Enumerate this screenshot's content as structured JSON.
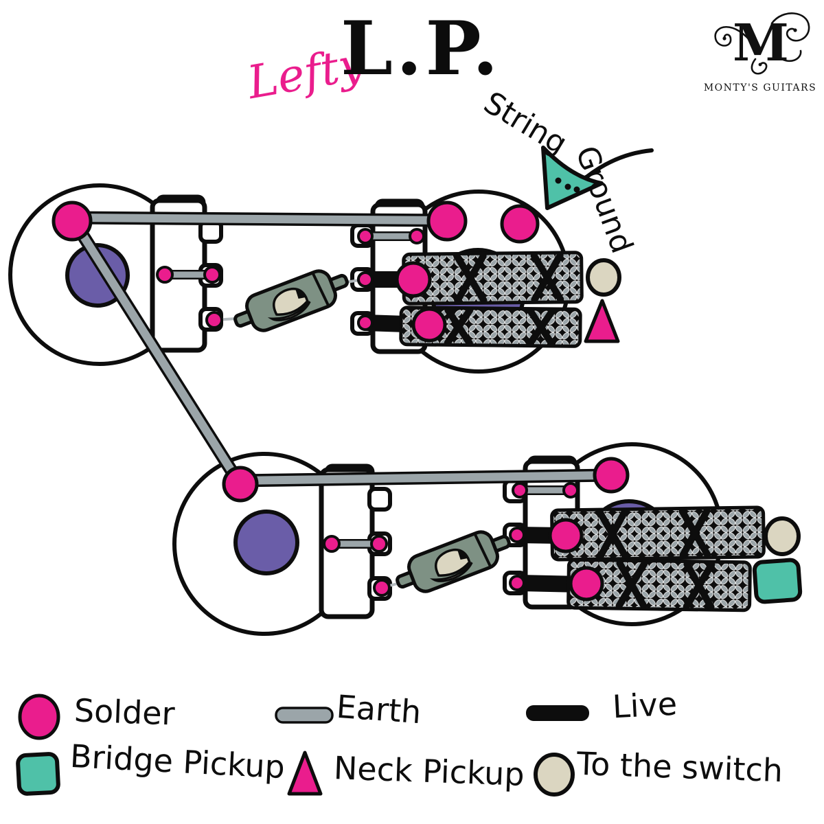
{
  "title": {
    "script_word": "Lefty",
    "main": "L.P."
  },
  "logo": {
    "monogram": "M",
    "brand": "MONTY'S GUITARS"
  },
  "annotations": {
    "string_word": "String",
    "ground_word": "Ground"
  },
  "legend": {
    "solder": "Solder",
    "earth": "Earth",
    "live": "Live",
    "bridge_pickup": "Bridge Pickup",
    "neck_pickup": "Neck Pickup",
    "to_the_switch": "To the switch"
  },
  "palette": {
    "paper": "#FFFFFF",
    "ink": "#0D0D0D",
    "pink": "#EA1D8D",
    "purple": "#6A5DA8",
    "teal": "#4FC1A8",
    "wire_gray": "#9BA5A9",
    "capacitor_green": "#7E9184",
    "cream": "#DBD6C1",
    "braid_gray": "#9AA4A8"
  }
}
